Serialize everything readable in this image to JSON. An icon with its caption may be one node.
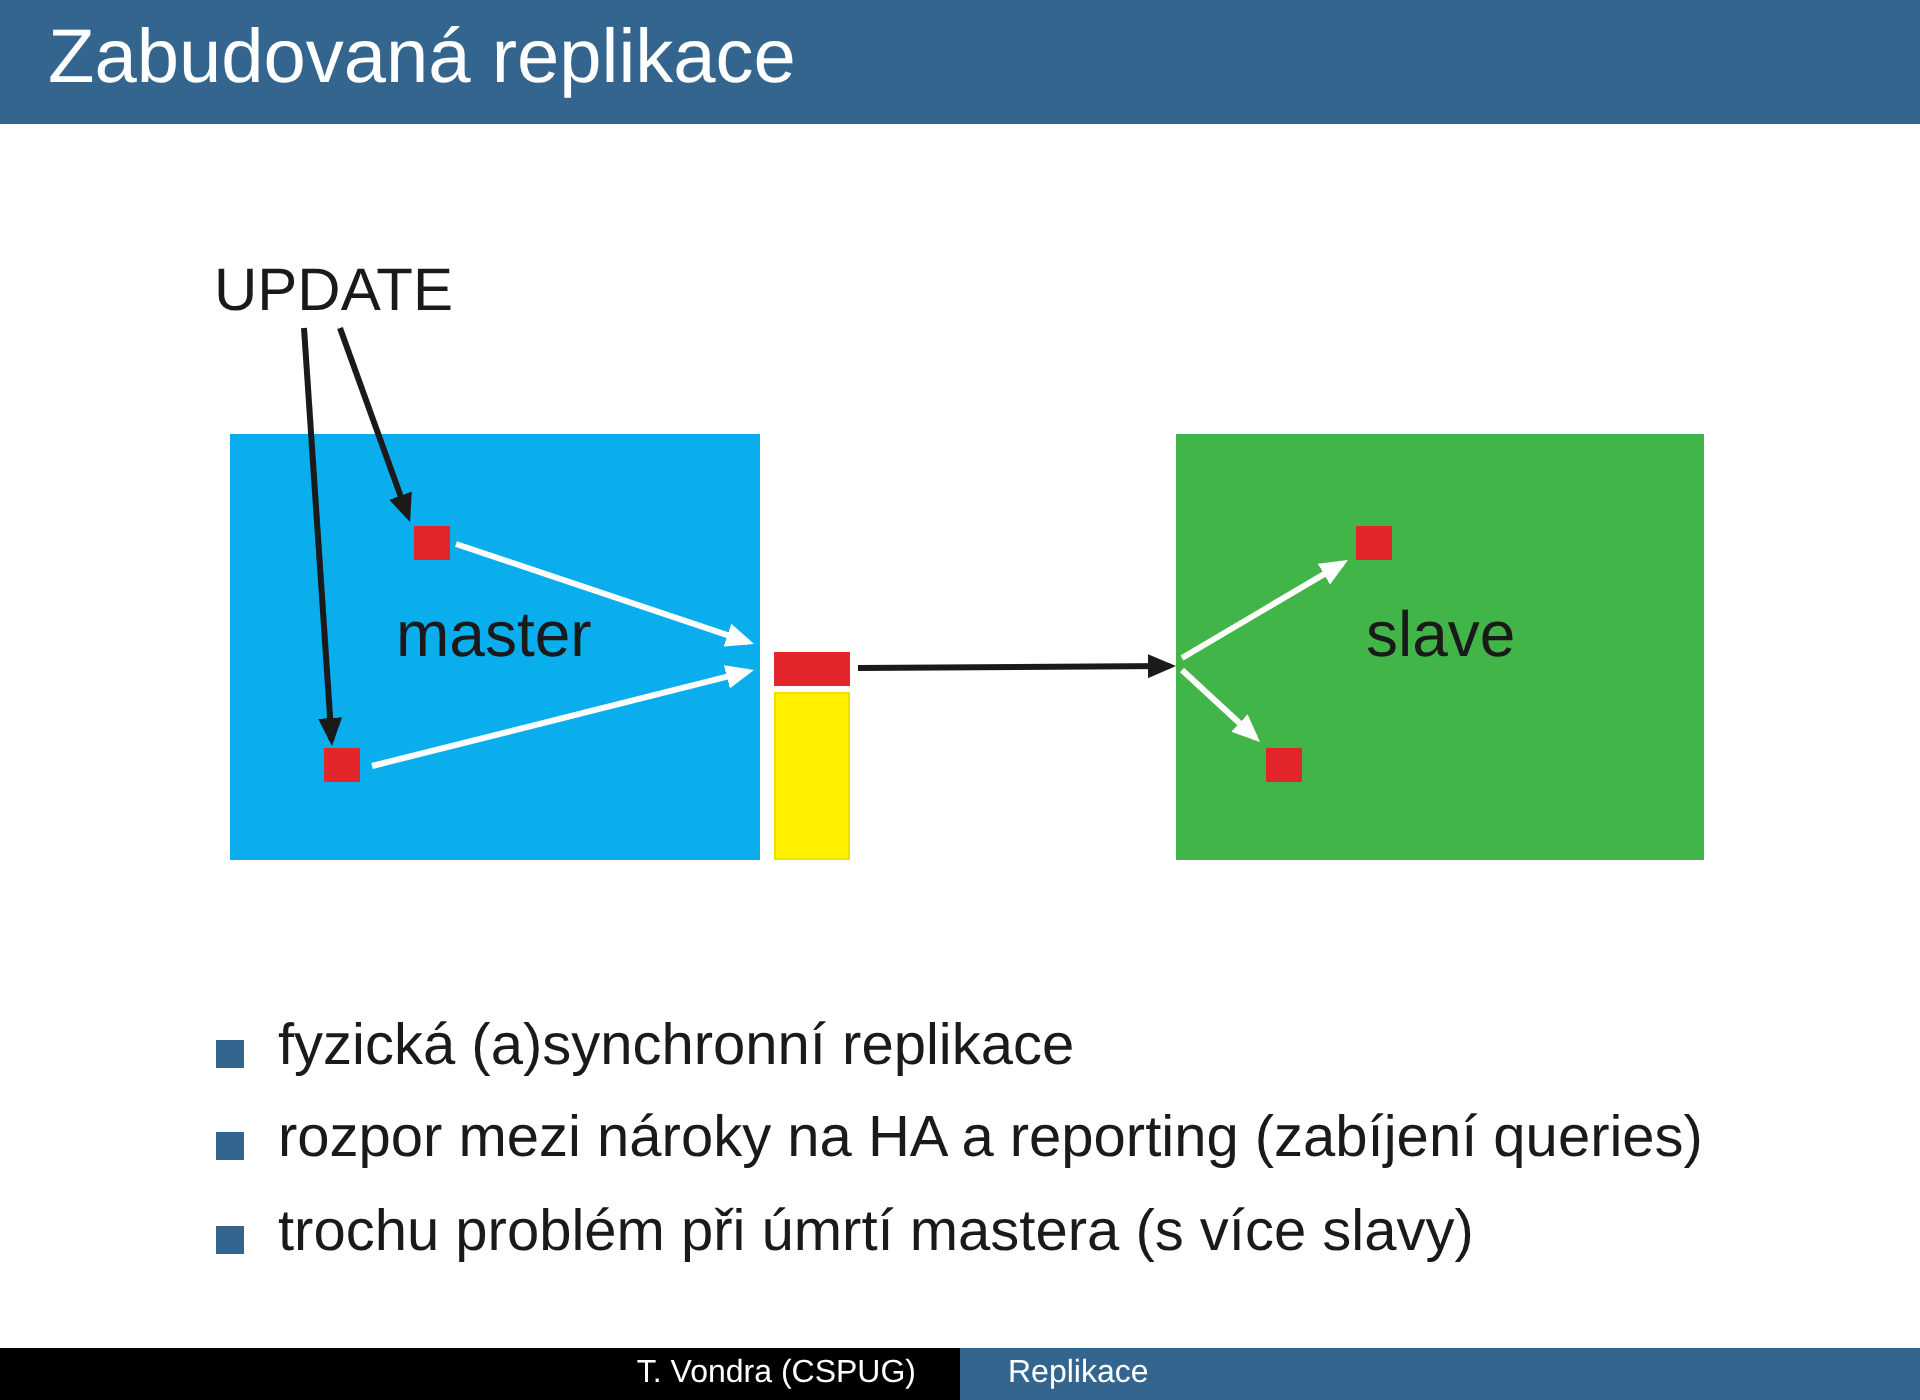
{
  "diagram": {
    "title": "Zabudovaná replikace",
    "nodes": [
      {
        "text": [
          "UPDATE"
        ]
      },
      {
        "text": [
          "master"
        ]
      },
      {
        "text": [],
        "shape": "box",
        "in": 1
      },
      {
        "text": [],
        "shape": "box",
        "in": 1
      },
      {
        "text": [],
        "shape": "box"
      },
      {
        "text": [],
        "shape": "bar"
      },
      {
        "text": [
          "slave"
        ]
      },
      {
        "text": [],
        "shape": "box",
        "in": 6
      },
      {
        "text": [],
        "shape": "box",
        "in": 6
      }
    ],
    "edges": [
      {
        "from": 0,
        "to": 3,
        "arrow": "to",
        "color": "#1a1a1a"
      },
      {
        "from": 0,
        "to": 2,
        "arrow": "to",
        "color": "#1a1a1a"
      },
      {
        "from": 2,
        "to": 4,
        "arrow": "to"
      },
      {
        "from": 3,
        "to": 4,
        "arrow": "to"
      },
      {
        "from": 4,
        "to": 6,
        "arrow": "to",
        "color": "#1a1a1a"
      },
      {
        "from": 6,
        "to": 7,
        "arrow": "to"
      },
      {
        "from": 6,
        "to": 8,
        "arrow": "to"
      }
    ],
    "labels": [
      "fyzická (a)synchronní replikace",
      "rozpor mezi nároky na HA a reporting (zabíjení queries)",
      "trochu problém při úmrtí mastera (s více slavy)",
      "T. Vondra (CSPUG)",
      "Replikace"
    ]
  }
}
